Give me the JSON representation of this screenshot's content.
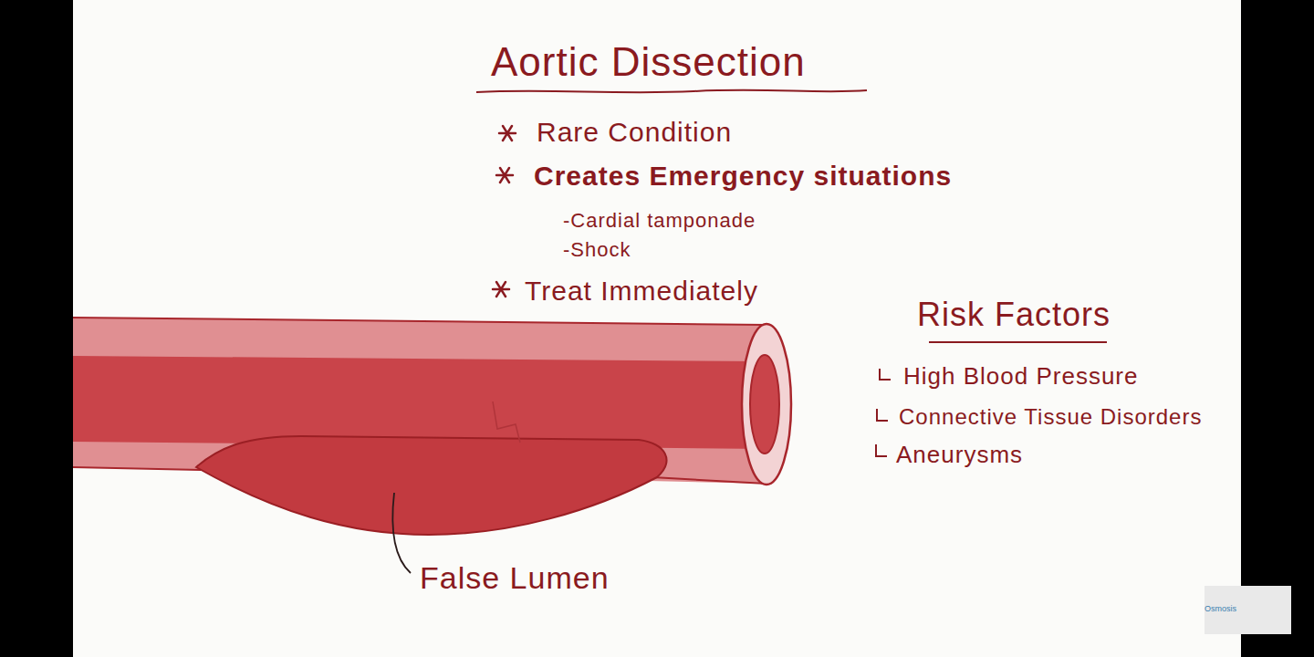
{
  "diagram": {
    "title": "Aortic Dissection",
    "labels": [
      "Rare Condition",
      "Creates Emergency situations",
      "-Cardial tamponade",
      "-Shock",
      "Treat Immediately",
      "Risk Factors",
      "High Blood Pressure",
      "Connective Tissue Disorders",
      "Aneurysms",
      "False Lumen",
      "Osmosis"
    ]
  }
}
